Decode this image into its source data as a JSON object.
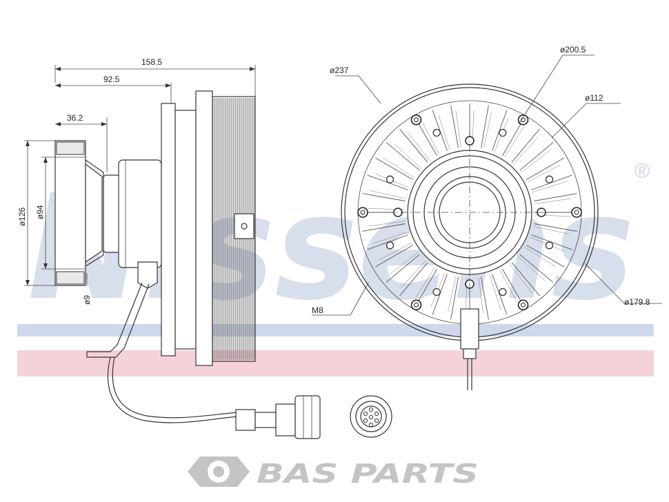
{
  "watermark": {
    "brand_text": "Nissens",
    "registered_mark": "®",
    "color": "#c9d3e6",
    "stripe_blue": "#cfd8ea",
    "stripe_pink": "#f4d2d8"
  },
  "dimensions": {
    "total_length": "158.5",
    "hub_length": "92.5",
    "flange_length": "36.2",
    "dia_126": "ø126",
    "dia_94": "ø94",
    "dia_9": "ø9",
    "dia_237": "ø237",
    "dia_200_5": "ø200.5",
    "dia_112": "ø112",
    "dia_179_8": "ø179.8",
    "thread_m8": "M8"
  },
  "footer_logo": {
    "text": "BAS PARTS",
    "icon": "bas-parts-wheel-icon",
    "color": "#c4c4c4"
  }
}
